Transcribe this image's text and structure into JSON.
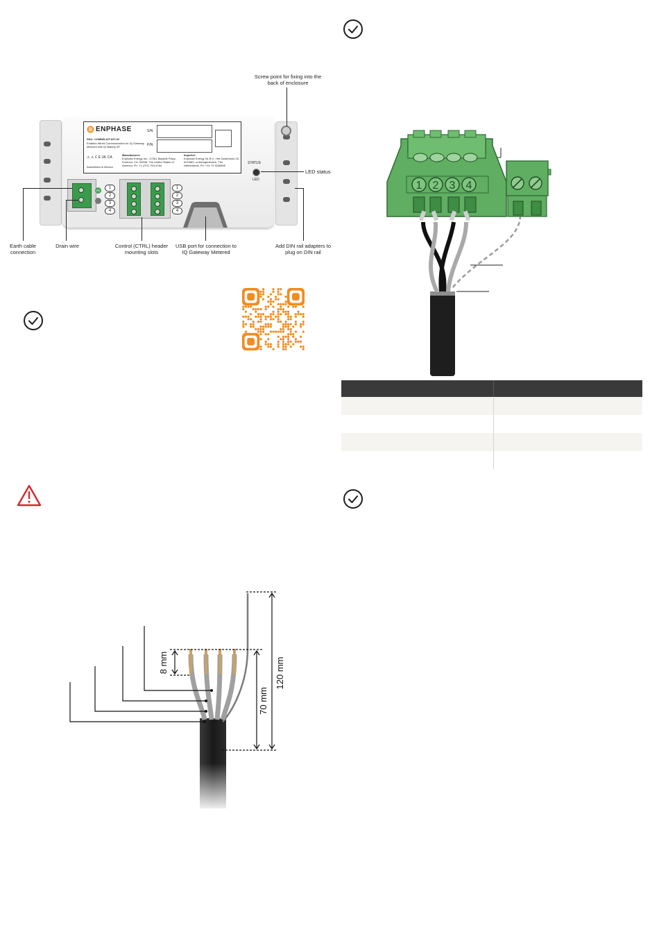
{
  "colors": {
    "accent_orange": "#f08c22",
    "connector_green": "#5fae62",
    "table_header": "#3a3a3a",
    "warning_red": "#d7262e"
  },
  "icons": [
    "check-circle-icon",
    "warning-triangle-icon",
    "qr-code",
    "enphase-logo"
  ],
  "device_diagram": {
    "brand": "ENPHASE",
    "sku": "SKU: COMMS-KIT-INT-02",
    "description": "Enables Wired Communication for IQ Gateway Metered with IQ Battery 5P",
    "sn_label": "S/N",
    "pn_label": "P/N",
    "cert_marks": "⚠ ⚠ C E UK CA",
    "assembled": "Assembled in Mexico",
    "manufacturer_heading": "Manufacturer:",
    "manufacturer_text": "Enphase Energy Inc., 47281 Bayside Pkwy., Fremont, CA, 94538, The United States of America, Ph: +1 (707) 763-4784",
    "importer_heading": "Importer:",
    "importer_text": "Enphase Energy NL B.V., Het Zuiderkruis 33, 5215MV, s-Hertogenbosch, The Netherlands, Ph: +31 73 3035859",
    "status_text": "STATUS",
    "led_text": "LED",
    "pe_text": "PE",
    "ctrl_numbers": [
      "1",
      "2",
      "3",
      "4"
    ],
    "callouts": {
      "screw_point": "Screw point for fixing into the back of enclosure",
      "led_status": "LED status",
      "earth_cable": "Earth cable connection",
      "drain_wire": "Drain wire",
      "control_header": "Control (CTRL) header mounting slots",
      "usb_port": "USB port for connection to IQ Gateway Metered",
      "din_rail": "Add DIN rail adapters to plug on DIN rail"
    }
  },
  "terminal_diagram": {
    "pin_numbers": [
      "1",
      "2",
      "3",
      "4"
    ]
  },
  "cable_diagram": {
    "dim_8": "8 mm",
    "dim_70": "70 mm",
    "dim_120": "120 mm"
  },
  "wire_table": {
    "headers": [
      "",
      ""
    ],
    "rows": [
      [
        "",
        ""
      ],
      [
        "",
        ""
      ],
      [
        "",
        ""
      ],
      [
        "",
        ""
      ]
    ]
  }
}
